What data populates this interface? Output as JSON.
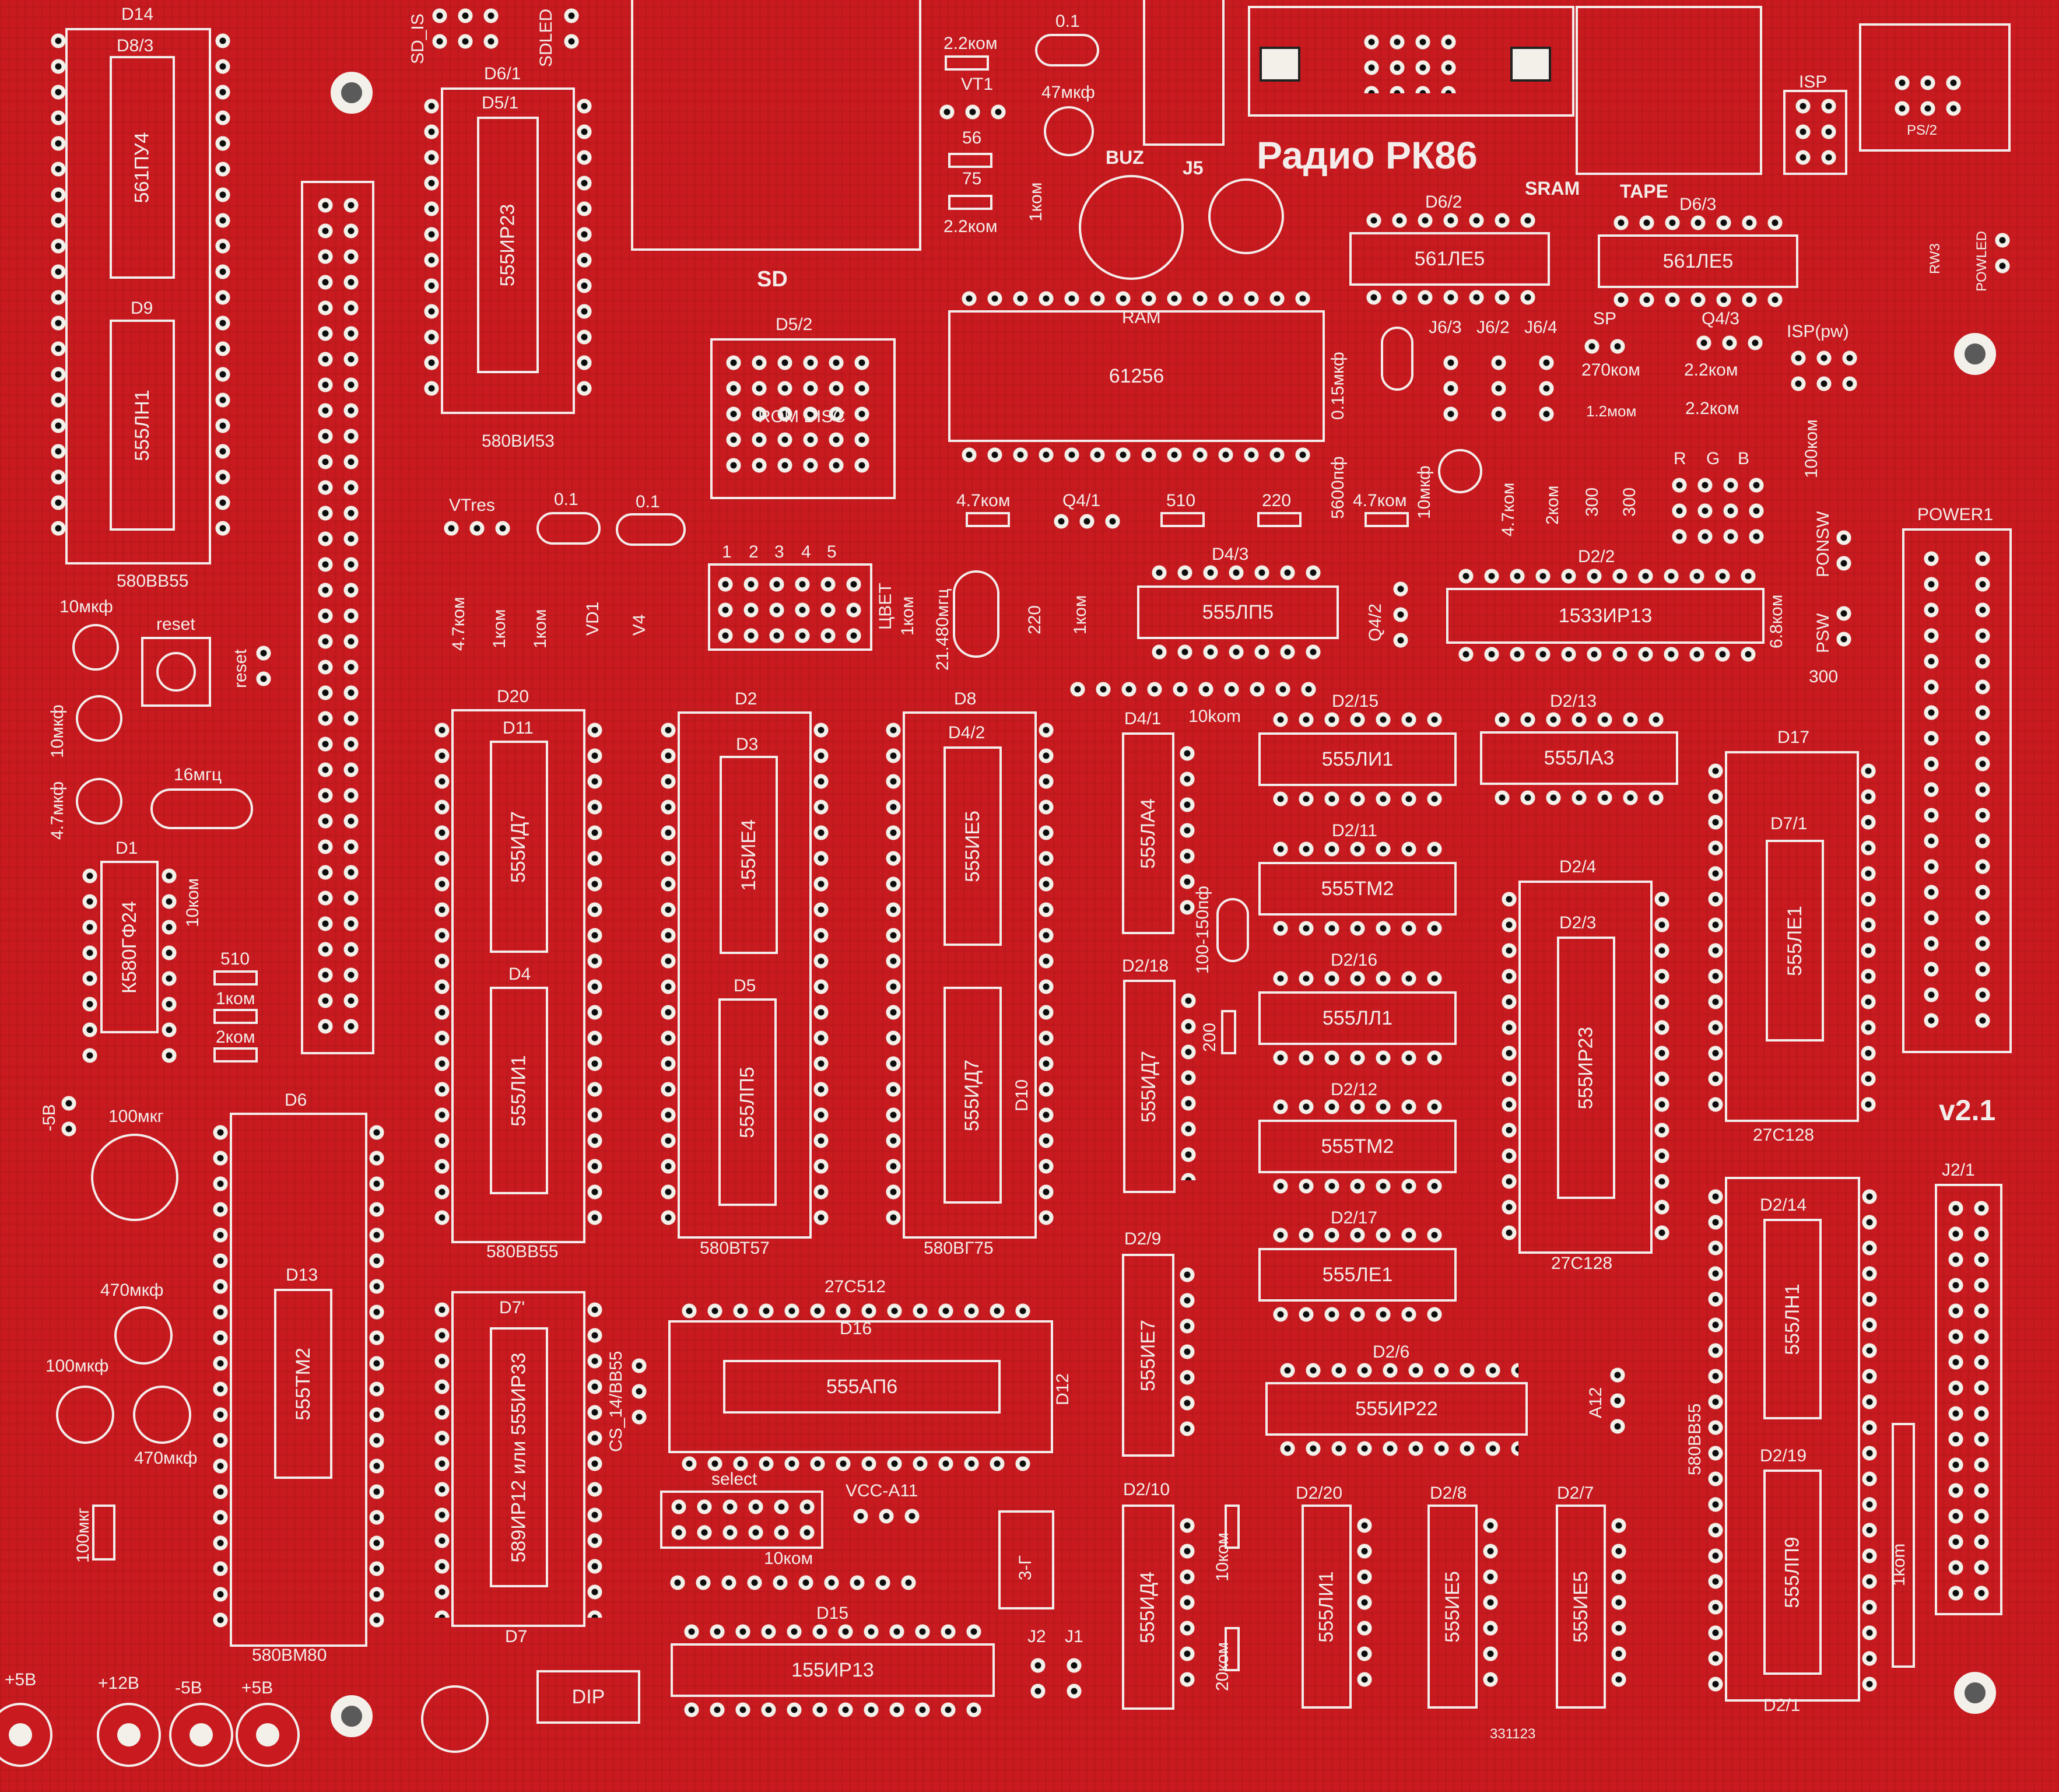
{
  "board": {
    "title": "Радио РК86",
    "version": "v2.1",
    "serial": "331123"
  },
  "top_connectors": {
    "sd_is": "SD_IS",
    "sdled": "SDLED",
    "sd": "SD",
    "vt1": "VT1",
    "buz": "BUZ",
    "j5": "J5",
    "sram": "SRAM",
    "tape": "TAPE",
    "ps2": "PS/2",
    "isp": "ISP",
    "isp_pw": "ISP(pw)",
    "rw3": "RW3",
    "powled": "POWLED",
    "power1": "POWER1",
    "ponsw": "PONSW",
    "psw": "PSW",
    "j2_1": "J2/1",
    "sp": "SP",
    "rgb": [
      "R",
      "G",
      "B"
    ],
    "j6": [
      "J6/3",
      "J6/2",
      "J6/4"
    ]
  },
  "chips": {
    "d14": {
      "ref": "D14",
      "pkg": "580ВВ55"
    },
    "d8_3": {
      "ref": "D8/3",
      "name": "561ПУ4"
    },
    "d9": {
      "ref": "D9",
      "name": "555ЛН1"
    },
    "d6_1": {
      "ref": "D6/1"
    },
    "d5_1": {
      "ref": "D5/1",
      "name": "555ИР23",
      "pkg": "580ВИ53"
    },
    "d5_2": {
      "ref": "D5/2",
      "name": "ROM DISC"
    },
    "ram": {
      "ref": "RAM",
      "name": "61256"
    },
    "d6_2": {
      "ref": "D6/2",
      "name": "561ЛЕ5"
    },
    "d6_3": {
      "ref": "D6/3",
      "name": "561ЛЕ5"
    },
    "d4_3": {
      "ref": "D4/3",
      "name": "555ЛП5"
    },
    "d2_2": {
      "ref": "D2/2",
      "name": "1533ИР13"
    },
    "d20": {
      "ref": "D20",
      "pkg": "580ВВ55"
    },
    "d11": {
      "ref": "D11",
      "name": "555ИД7"
    },
    "d4": {
      "ref": "D4",
      "name": "555ЛИ1"
    },
    "d2": {
      "ref": "D2",
      "pkg": "580ВТ57"
    },
    "d3": {
      "ref": "D3",
      "name": "155ИЕ4"
    },
    "d5": {
      "ref": "D5",
      "name": "555ЛП5"
    },
    "d8": {
      "ref": "D8",
      "pkg": "580ВГ75"
    },
    "d4_2": {
      "ref": "D4/2",
      "name": "555ИЕ5"
    },
    "d10": {
      "ref": "D10",
      "name": "555ИД7"
    },
    "d4_1": {
      "ref": "D4/1",
      "name": "555ЛА4"
    },
    "d2_18": {
      "ref": "D2/18",
      "name": "555ИД7"
    },
    "d2_15": {
      "ref": "D2/15",
      "name": "555ЛИ1"
    },
    "d2_13": {
      "ref": "D2/13",
      "name": "555ЛА3"
    },
    "d2_11": {
      "ref": "D2/11",
      "name": "555ТМ2"
    },
    "d2_16": {
      "ref": "D2/16",
      "name": "555ЛЛ1"
    },
    "d2_12": {
      "ref": "D2/12",
      "name": "555ТМ2"
    },
    "d2_17": {
      "ref": "D2/17",
      "name": "555ЛЕ1"
    },
    "d2_4": {
      "ref": "D2/4",
      "pkg": "27С128"
    },
    "d2_3": {
      "ref": "D2/3",
      "name": "555ИР23"
    },
    "d17": {
      "ref": "D17",
      "pkg": "27С128"
    },
    "d7_1": {
      "ref": "D7/1",
      "name": "555ЛЕ1"
    },
    "d1": {
      "ref": "D1",
      "name": "К580ГФ24"
    },
    "d6": {
      "ref": "D6",
      "pkg": "580ВМ80"
    },
    "d13": {
      "ref": "D13",
      "name": "555ТМ2"
    },
    "d7x": {
      "ref": "D7'",
      "name": "589ИР12 или 555ИР33"
    },
    "d7": {
      "ref": "D7"
    },
    "d16": {
      "ref": "D16",
      "name": "555АП6",
      "pkg": "27С512"
    },
    "d12": {
      "ref": "D12"
    },
    "d2_9": {
      "ref": "D2/9",
      "name": "555ИЕ7"
    },
    "d2_6": {
      "ref": "D2/6",
      "name": "555ИР22"
    },
    "d2_10": {
      "ref": "D2/10",
      "name": "555ИД4"
    },
    "d2_20": {
      "ref": "D2/20",
      "name": "555ЛИ1"
    },
    "d2_8": {
      "ref": "D2/8",
      "name": "555ИЕ5"
    },
    "d2_7": {
      "ref": "D2/7",
      "name": "555ИЕ5"
    },
    "d2_14": {
      "ref": "D2/14",
      "name": "555ЛН1",
      "pkg": "580ВВ55"
    },
    "d2_19": {
      "ref": "D2/19",
      "name": "555ЛП9"
    },
    "d2_1": {
      "ref": "D2/1"
    },
    "d15": {
      "ref": "D15",
      "name": "155ИР13"
    },
    "d20_rst": {
      "ref": "DIP"
    }
  },
  "passives": {
    "r_2_2k_a": "2.2ком",
    "c_01_a": "0.1",
    "c_47u": "47мкф",
    "r_56": "56",
    "r_75": "75",
    "r_2_2k_b": "2.2ком",
    "r_1k_v": "1ком",
    "c_015": "0.15мкф",
    "c_5600": "5600пф",
    "c_10u_r": "10мкф",
    "r_270k": "270ком",
    "r_1_2m": "1.2мом",
    "r_2_2k_c": "2.2ком",
    "r_2_2k_d": "2.2ком",
    "r_100k": "100ком",
    "q4_3": "Q4/3",
    "r_4_7k_a": "4.7ком",
    "q4_1": "Q4/1",
    "r_510_a": "510",
    "r_220_a": "220",
    "r_4_7k_b": "4.7ком",
    "r_4_7k_c": "4.7ком",
    "r_2k": "2ком",
    "r_300_a": "300",
    "r_300_b": "300",
    "r_6_8k": "6.8ком",
    "r_300_c": "300",
    "vtres": "VTres",
    "c_01_b": "0.1",
    "c_01_c": "0.1",
    "r_4_7k_d": "4.7ком",
    "r_1k_a": "1ком",
    "r_1k_b": "1ком",
    "vd1": "VD1",
    "v4": "V4",
    "cvet": "ЦВЕТ",
    "r_1k_c": "1ком",
    "xtal_21": "21.480мгц",
    "r_220_b": "220",
    "r_1k_d": "1ком",
    "q4_2": "Q4/2",
    "r_10k_row": "10kom",
    "jumpers_1_5": [
      "1",
      "2",
      "3",
      "4",
      "5"
    ],
    "c_10u_l": "10мкф",
    "reset": "reset",
    "reset2": "reset",
    "c_10u_l2": "10мкф",
    "c_4_7u": "4.7мкф",
    "xtal_16": "16мгц",
    "r_10k_l": "10ком",
    "r_510_b": "510",
    "r_1k_e": "1ком",
    "r_2k_b": "2ком",
    "c_100_150": "100-150пф",
    "r_200": "200",
    "c_100u": "100мкг",
    "minus5": "-5В",
    "c_470u_a": "470мкф",
    "c_100u_b": "100мкф",
    "c_470u_b": "470мкф",
    "c_100u_c": "100мкг",
    "cs": "CS_14/ВВ55",
    "select": "select",
    "vcc_a11": "VCC-A11",
    "r_10k_b": "10ком",
    "a12": "A12",
    "three_g": "3-Г",
    "j2": "J2",
    "j1": "J1",
    "r_10k_c": "10ком",
    "r_20k": "20ком",
    "r_1k_f": "1kom",
    "pwr_labels": [
      "+5В",
      "+12В",
      "-5В",
      "+5В"
    ]
  },
  "colors": {
    "board": "#c81a1f",
    "silk": "#f4ecea",
    "pad": "#f3f0ea"
  }
}
